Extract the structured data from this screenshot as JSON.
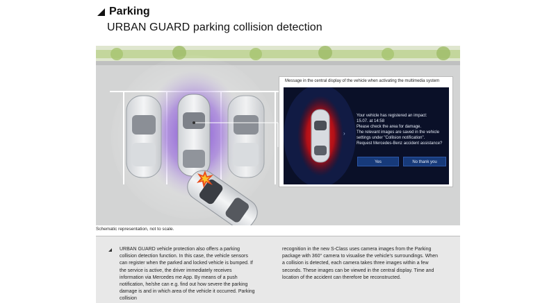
{
  "header": {
    "section": "Parking",
    "title": "URBAN GUARD parking collision detection"
  },
  "illustration": {
    "caption": "Schematic representation, not to scale."
  },
  "popup": {
    "heading": "Message in the central display of the vehicle when activating the multimedia system",
    "message_lines": [
      "Your vehicle has registered an impact:",
      "15.07. at 14:58",
      "Please check the area for damage.",
      "The relevant images are saved in the vehicle",
      "settings under \"Collision notification\".",
      "Request Mercedes-Benz accident assistance?"
    ],
    "buttons": {
      "yes": "Yes",
      "no": "No thank you"
    }
  },
  "body_text": {
    "left": "URBAN GUARD vehicle protection also offers a parking collision detection function. In this case, the vehicle sensors can register when the parked and locked vehicle is bumped. If the service is active, the driver immediately receives information via Mercedes me App. By means of a push notification, he/she can e.g. find out how severe the parking damage is and in which area of the vehicle it occurred. Parking collision",
    "right": "recognition in the new S-Class uses camera images from the Parking package with 360° camera to visualise the vehicle's surroundings. When a collision is detected, each camera takes three images within a few seconds. These images can be viewed in the central display. Time and location of the accident can therefore be reconstructed."
  },
  "colors": {
    "sensor_glow": "#7a3fc8",
    "alert_red": "#e01010",
    "screen_bg": "#0a1028",
    "button_blue": "#173a7a"
  }
}
